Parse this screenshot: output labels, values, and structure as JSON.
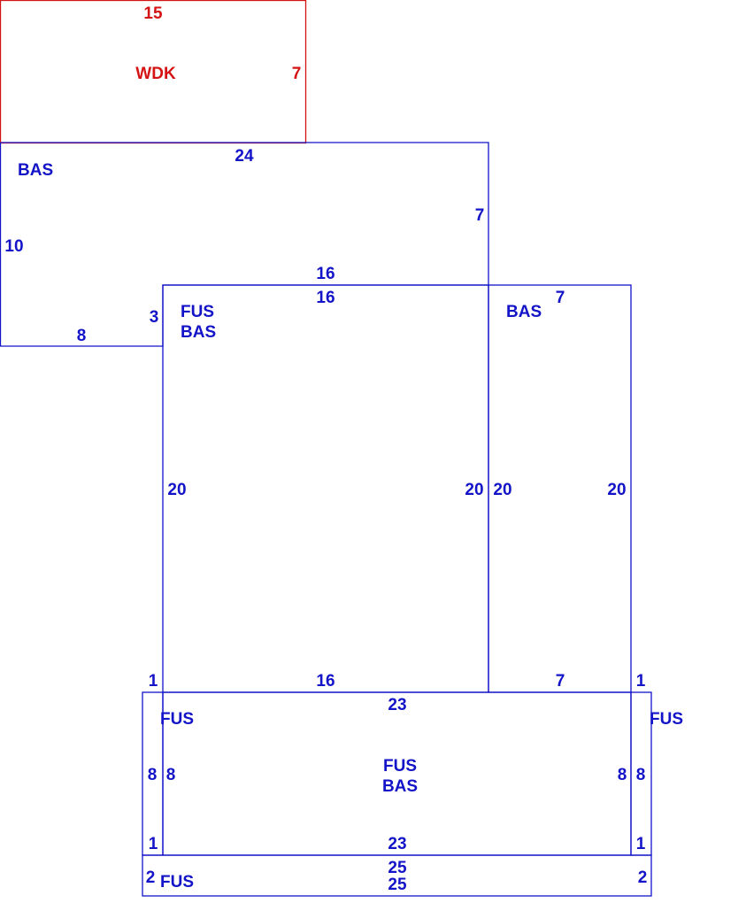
{
  "colors": {
    "primary": "#1313c8",
    "deck": "#d41414",
    "background": "#ffffff"
  },
  "wdk": {
    "code": "WDK",
    "top": "15",
    "right": "7"
  },
  "bas_upper": {
    "code": "BAS",
    "top": "24",
    "right": "7",
    "left": "10",
    "bottom": "8",
    "step": "3",
    "step_top": "16"
  },
  "fus_bas_middle": {
    "code_upper": "FUS",
    "code_lower": "BAS",
    "top": "16",
    "left": "20",
    "right": "20",
    "bottom": "16"
  },
  "bas_right": {
    "code": "BAS",
    "top": "7",
    "left": "20",
    "right": "20",
    "bottom": "7"
  },
  "fus_left_strip": {
    "code": "FUS",
    "top": "1",
    "outer": "8",
    "inner": "8",
    "bottom": "1"
  },
  "fus_bas_lower": {
    "code_upper": "FUS",
    "code_lower": "BAS",
    "top": "23",
    "bottom": "23"
  },
  "fus_right_strip": {
    "code": "FUS",
    "top": "1",
    "inner": "8",
    "outer": "8",
    "bottom": "1"
  },
  "fus_bottom_strip": {
    "code": "FUS",
    "top": "25",
    "bottom": "25",
    "left": "2",
    "right": "2"
  }
}
